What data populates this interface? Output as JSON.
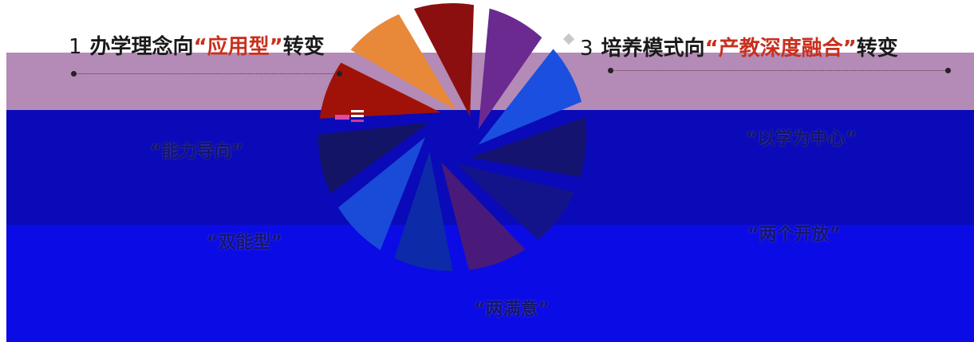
{
  "colors": {
    "band_pink": "#b48ab6",
    "band_navy": "#0a0ab8",
    "band_blue": "#0b0be6",
    "heading_text": "#1a1a1a",
    "heading_accent": "#c8301e"
  },
  "headings": [
    {
      "number": "1",
      "prefix": "办学理念向",
      "emphasis": "“应用型”",
      "suffix": "转变"
    },
    {
      "number": "3",
      "prefix": "培养模式向",
      "emphasis": "“产教深度融合”",
      "suffix": "转变"
    }
  ],
  "phrases": [
    "“能力导向”",
    "“以学为中心”",
    "“双能型”",
    "“两个开放”",
    "“两满意”"
  ],
  "wheel": {
    "segments": [
      {
        "color": "#8b0f0f"
      },
      {
        "color": "#6a2a90"
      },
      {
        "color": "#1b4fe0"
      },
      {
        "color": "#141470"
      },
      {
        "color": "#14148a"
      },
      {
        "color": "#4a1a7a"
      },
      {
        "color": "#0d2aa8"
      },
      {
        "color": "#1a4ad8"
      },
      {
        "color": "#141466"
      },
      {
        "color": "#a01208"
      },
      {
        "color": "#e8893a"
      }
    ]
  }
}
